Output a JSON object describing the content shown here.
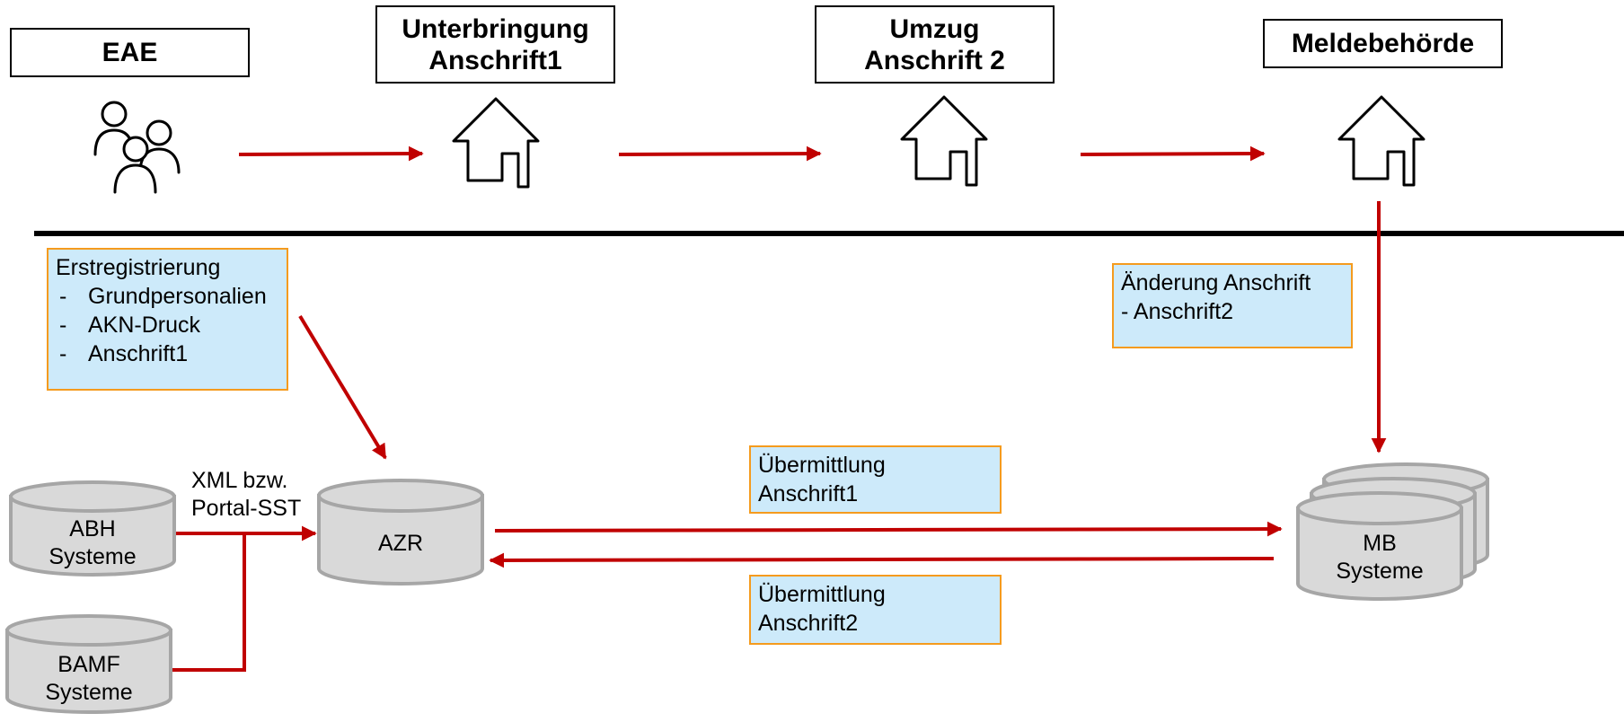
{
  "headers": {
    "eae": "EAE",
    "unterbringung": {
      "line1": "Unterbringung",
      "line2": "Anschrift1"
    },
    "umzug": {
      "line1": "Umzug",
      "line2": "Anschrift 2"
    },
    "meldebehoerde": "Meldebehörde"
  },
  "notes": {
    "erstregistrierung": {
      "title": "Erstregistrierung",
      "items": [
        "Grundpersonalien",
        "AKN-Druck",
        "Anschrift1"
      ]
    },
    "aenderung": {
      "line1": "Änderung Anschrift",
      "line2": "- Anschrift2"
    },
    "uebermittlung1": {
      "line1": "Übermittlung",
      "line2": "Anschrift1"
    },
    "uebermittlung2": {
      "line1": "Übermittlung",
      "line2": "Anschrift2"
    }
  },
  "interface_label": {
    "line1": "XML bzw.",
    "line2": "Portal-SST"
  },
  "databases": {
    "abh": {
      "line1": "ABH",
      "line2": "Systeme"
    },
    "bamf": {
      "line1": "BAMF",
      "line2": "Systeme"
    },
    "azr": {
      "line1": "AZR"
    },
    "mb": {
      "line1": "MB",
      "line2": "Systeme"
    }
  },
  "icons": [
    "people-icon",
    "house-icon",
    "house-icon",
    "house-icon"
  ],
  "colors": {
    "arrow": "#c00000",
    "note_fill": "#cdeafa",
    "note_border": "#f59b1e",
    "db_fill": "#d9d9d9",
    "db_stroke": "#a6a6a6"
  }
}
